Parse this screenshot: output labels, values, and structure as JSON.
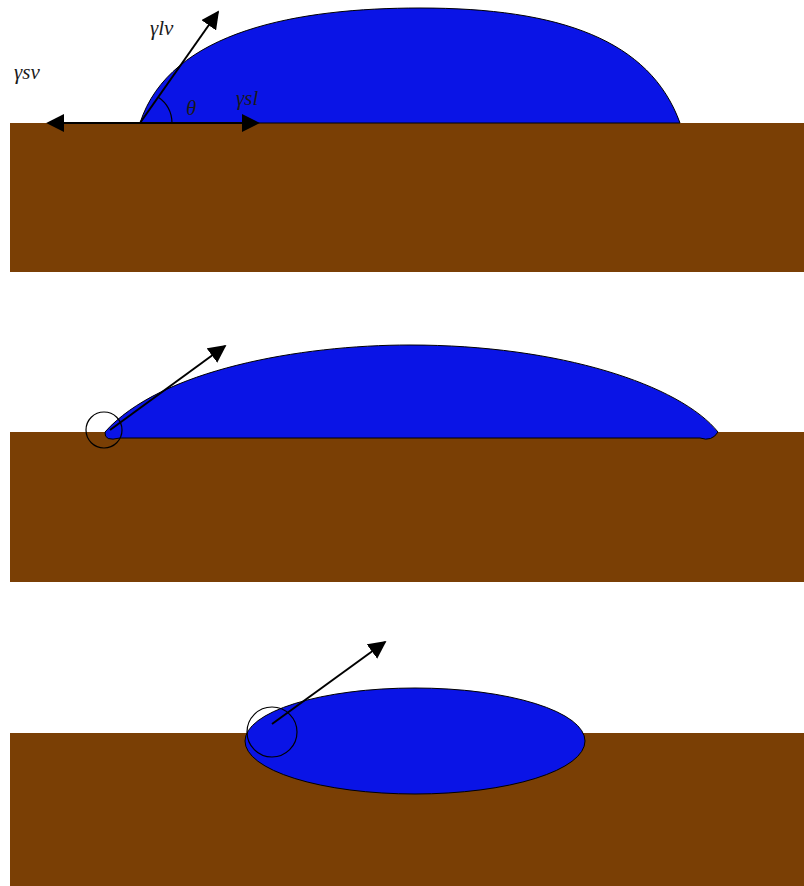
{
  "diagram": {
    "labels": [
      "γlv",
      "γsv",
      "θ",
      "γsl"
    ]
  }
}
